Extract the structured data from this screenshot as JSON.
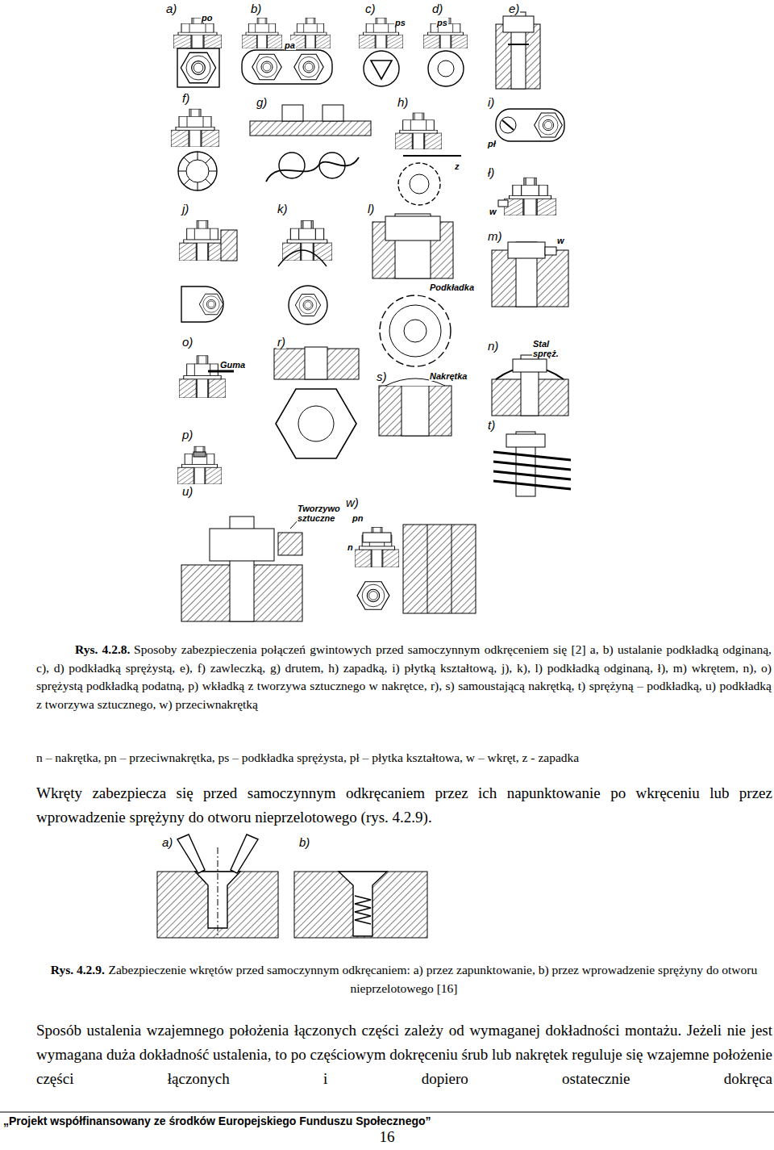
{
  "diagram": {
    "labels": [
      "a)",
      "b)",
      "c)",
      "d)",
      "e)",
      "po",
      "pa",
      "ps",
      "ps",
      "f)",
      "g)",
      "h)",
      "i)",
      "pł",
      "z",
      "ł)",
      "w",
      "j)",
      "k)",
      "l)",
      "m)",
      "w",
      "Podkładka",
      "Nakrętka",
      "o)",
      "Guma",
      "r)",
      "n)",
      "Stal spręż.",
      "s)",
      "t)",
      "p)",
      "u)",
      "Tworzywo sztuczne",
      "w)",
      "pn",
      "n",
      "Rys. 4.2.8.",
      "Sposoby zabezpieczenia połączeń gwintowych przed samoczynnym odkręceniem się [2] a, b) ustalanie podkładką odginaną, c), d) podkładką sprężystą, e), f) zawleczką, g) drutem, h) zapadką, i) płytką kształtową, j), k), l) podkładką odginaną, ł), m) wkrętem, n), o) sprężystą podkładką podatną, p) wkładką z tworzywa sztucznego w nakrętce, r), s) samoustającą nakrętką, t) sprężyną – podkładką, u) podkładką z tworzywa sztucznego, w) przeciwnakrętką",
      "n – nakrętka, pn – przeciwnakrętka, ps – podkładka sprężysta, pł – płytka kształtowa, w – wkręt, z - zapadka",
      "Wkręty zabezpiecza się przed samoczynnym odkręcaniem przez ich napunktowanie po wkręceniu lub przez wprowadzenie sprężyny do otworu nieprzelotowego (rys. 4.2.9).",
      "a)",
      "b)",
      "Rys. 4.2.9.",
      "Zabezpieczenie wkrętów przed samoczynnym odkręcaniem: a) przez zapunktowanie, b) przez wprowadzenie sprężyny do otworu nieprzelotowego [16]",
      "Sposób ustalenia wzajemnego położenia łączonych części zależy od wymaganej dokładności montażu. Jeżeli nie jest wymagana duża dokładność ustalenia, to po częściowym dokręceniu śrub lub nakrętek reguluje się wzajemne położenie części łączonych i dopiero ostatecznie dokręca",
      "„Projekt współfinansowany ze środków Europejskiego Funduszu Społecznego”",
      "16"
    ]
  }
}
